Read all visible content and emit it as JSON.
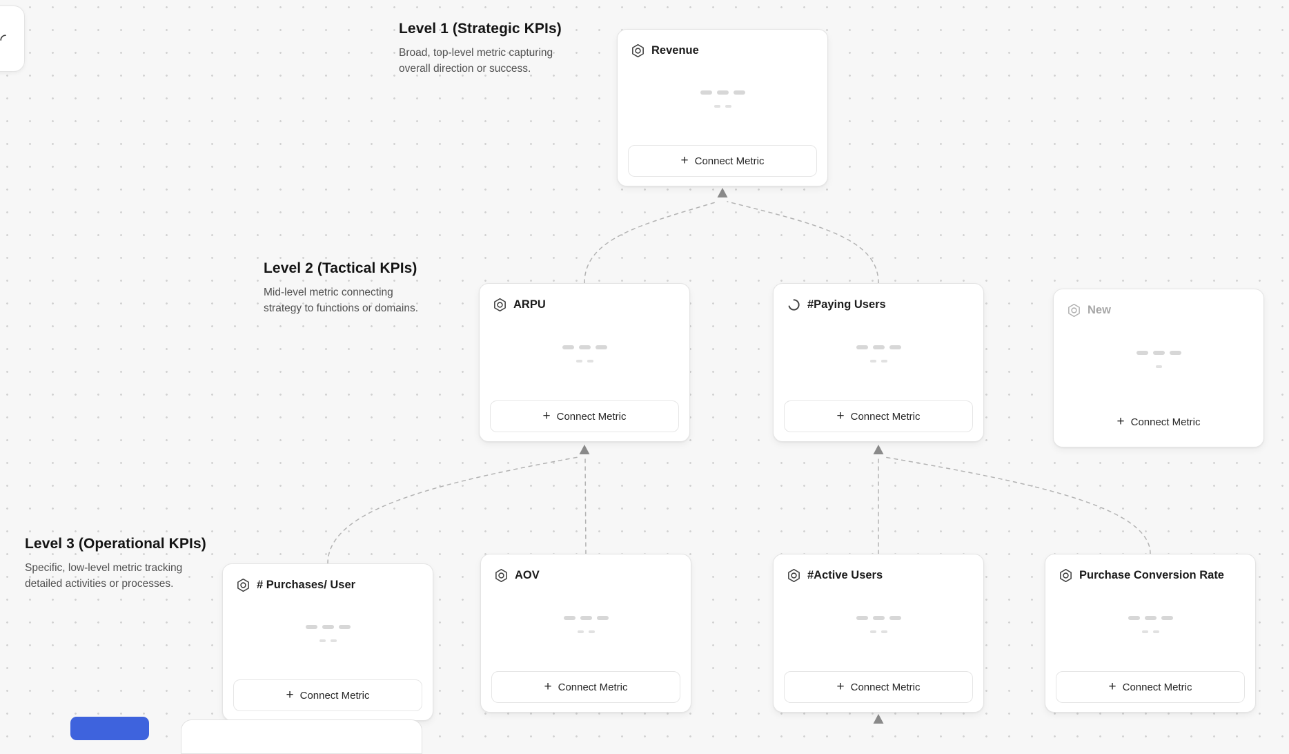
{
  "canvas": {
    "background_color": "#f7f7f7",
    "dot_color": "#d2d2d2",
    "accent_blue": "#3e63dd"
  },
  "levels": [
    {
      "title": "Level 1 (Strategic KPIs)",
      "description": "Broad, top-level metric capturing overall direction or success."
    },
    {
      "title": "Level 2 (Tactical KPIs)",
      "description": "Mid-level metric connecting strategy to functions or domains."
    },
    {
      "title": "Level 3 (Operational KPIs)",
      "description": "Specific, low-level metric tracking detailed activities or processes."
    }
  ],
  "cards": [
    {
      "title": "Revenue",
      "icon": "metric-hexagon-icon",
      "button_label": "Connect Metric",
      "level": 1
    },
    {
      "title": "ARPU",
      "icon": "metric-hexagon-icon",
      "button_label": "Connect Metric",
      "level": 2
    },
    {
      "title": "#Paying Users",
      "icon": "loading-spinner-icon",
      "button_label": "Connect Metric",
      "level": 2
    },
    {
      "title": "New",
      "icon": "metric-hexagon-icon",
      "button_label": "Connect Metric",
      "level": 2,
      "muted": true
    },
    {
      "title": "# Purchases/ User",
      "icon": "metric-hexagon-icon",
      "button_label": "Connect Metric",
      "level": 3
    },
    {
      "title": "AOV",
      "icon": "metric-hexagon-icon",
      "button_label": "Connect Metric",
      "level": 3
    },
    {
      "title": "#Active Users",
      "icon": "metric-hexagon-icon",
      "button_label": "Connect Metric",
      "level": 3
    },
    {
      "title": "Purchase Conversion Rate",
      "icon": "metric-hexagon-icon",
      "button_label": "Connect Metric",
      "level": 3
    }
  ],
  "connections": [
    {
      "from": "ARPU",
      "to": "Revenue"
    },
    {
      "from": "#Paying Users",
      "to": "Revenue"
    },
    {
      "from": "# Purchases/ User",
      "to": "ARPU"
    },
    {
      "from": "AOV",
      "to": "ARPU"
    },
    {
      "from": "#Active Users",
      "to": "#Paying Users"
    },
    {
      "from": "Purchase Conversion Rate",
      "to": "#Paying Users"
    },
    {
      "from": "offscreen-below",
      "to": "#Active Users"
    }
  ],
  "ui": {
    "plus": "+"
  }
}
